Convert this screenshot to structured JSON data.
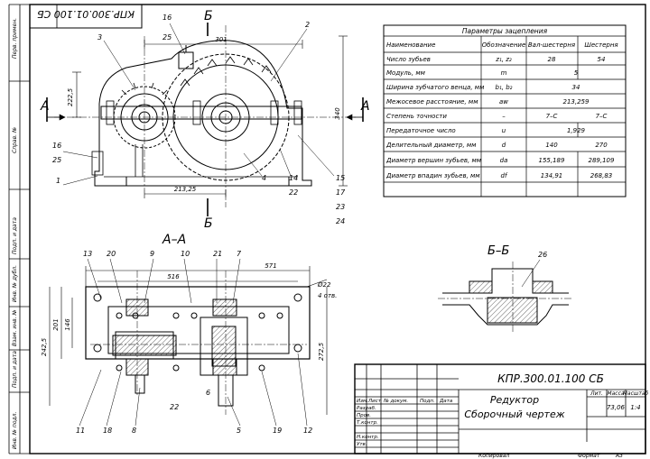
{
  "stamp_code": "КПР.300.01.100 СБ",
  "left_strip": [
    "Перв. примен.",
    "Справ. №",
    "Подп. и дата",
    "Инв. № дубл.",
    "Взам. инв. №",
    "Подп. и дата",
    "Инв. № подл."
  ],
  "table": {
    "title": "Параметры зацепления",
    "headers": [
      "Наименование",
      "Обозначение",
      "Вал-шестерня",
      "Шестерня"
    ],
    "rows": [
      [
        "Число зубьев",
        "z₁, z₂",
        "28",
        "54"
      ],
      [
        "Модуль, мм",
        "m",
        "5",
        ""
      ],
      [
        "Ширина зубчатого венца, мм",
        "b₁, b₂",
        "34",
        ""
      ],
      [
        "Межосевое расстояние, мм",
        "aw",
        "213,259",
        ""
      ],
      [
        "Степень точности",
        "–",
        "7–C",
        "7–C"
      ],
      [
        "Передаточное число",
        "u",
        "1,929",
        ""
      ],
      [
        "Делительный диаметр, мм",
        "d",
        "140",
        "270"
      ],
      [
        "Диаметр вершин зубьев, мм",
        "da",
        "155,189",
        "289,109"
      ],
      [
        "Диаметр впадин зубьев, мм",
        "df",
        "134,91",
        "268,83"
      ]
    ]
  },
  "views": {
    "section_aa": "А–А",
    "section_bb": "Б–Б",
    "marker_a": "А",
    "marker_b": "Б"
  },
  "dims": {
    "d301": "301",
    "d2225": "222,5",
    "d340": "340",
    "d21325": "213,25",
    "d516": "516",
    "d571": "571",
    "d201": "201",
    "d146": "146",
    "d2425": "242,5",
    "d2725": "272,5",
    "holes": "Ø22",
    "holes_count": "4 отв."
  },
  "callouts_front": [
    "16",
    "25",
    "3",
    "2",
    "16",
    "25",
    "1",
    "4",
    "14",
    "22",
    "15",
    "17",
    "23",
    "24"
  ],
  "callouts_aa": [
    "13",
    "20",
    "9",
    "10",
    "21",
    "7",
    "11",
    "18",
    "8",
    "22",
    "6",
    "5",
    "19",
    "12"
  ],
  "callout_bb": "26",
  "title_block": {
    "code": "КПР.300.01.100 СБ",
    "name1": "Редуктор",
    "name2": "Сборочный чертеж",
    "col_labels": [
      "Лит.",
      "Масса",
      "Масштаб"
    ],
    "mass": "73,06",
    "scale": "1:4",
    "row_labels": [
      "Изм.",
      "Лист",
      "№ докум.",
      "Подп.",
      "Дата"
    ],
    "people": [
      "Разраб.",
      "Пров.",
      "Т.контр.",
      "Н.контр.",
      "Утв."
    ],
    "copied": "Копировал",
    "format_label": "Формат",
    "format": "А3"
  }
}
